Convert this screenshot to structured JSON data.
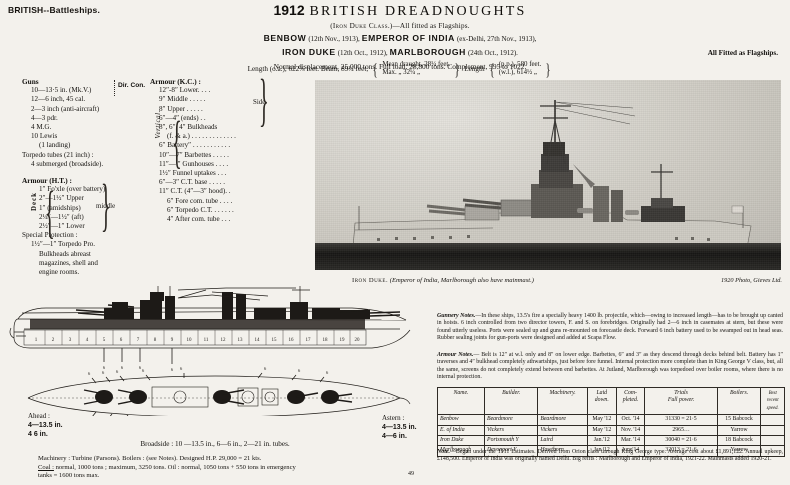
{
  "running_head": "BRITISH--Battleships.",
  "header": {
    "year": "1912",
    "title": "BRITISH DREADNOUGHTS",
    "class_line_prefix": "(",
    "class_line_caps": "Iron Duke Class",
    "class_line_suffix": ".)—All fitted as Flagships.",
    "ships_line_1": [
      {
        "name": "BENBOW",
        "detail": "(12th Nov., 1913),"
      },
      {
        "name": "EMPEROR OF INDIA",
        "detail": "(ex-Delhi, 27th Nov., 1913),"
      }
    ],
    "ships_line_2": [
      {
        "name": "IRON DUKE",
        "detail": "(12th Oct., 1912),"
      },
      {
        "name": "MARLBOROUGH",
        "detail": "(24th Oct., 1912)."
      }
    ],
    "displacement_line": "Normal displacement, 25,000 tons.  Full load, 28,800 tons.  Complement, 995 to 1022.",
    "length_label": "Length (o.a.), 622⅝ feet.   Beam, 89¼ feet,",
    "draught_rows": [
      "Mean draught,  28¼ feet.",
      "Max.             „      32¼  „"
    ],
    "length_word": "Length",
    "length_rows": [
      "(p.p.), 580 feet.",
      "(w.l.), 614½  „"
    ],
    "flagship_note": "All Fitted as Flagships."
  },
  "guns": {
    "heading": "Guns",
    "dir_con": "Dir. Con.",
    "items": [
      {
        "text": "10—13·5 in. (Mk.V.)",
        "indent": 1
      },
      {
        "text": "12—6 inch, 45 cal.",
        "indent": 1
      },
      {
        "text": "2—3 inch (anti-aircraft)",
        "indent": 1
      },
      {
        "text": "4—3 pdr.",
        "indent": 1
      },
      {
        "text": "4 M.G.",
        "indent": 1
      },
      {
        "text": "10 Lewis",
        "indent": 1
      },
      {
        "text": "(1 landing)",
        "indent": 2
      }
    ],
    "torpedo_heading": "Torpedo tubes (21 inch) :",
    "torpedo_items": [
      "4 submerged (broadside)."
    ]
  },
  "armour_ht": {
    "heading": "Armour (H.T.) :",
    "deck_label": "Deck",
    "rows": [
      {
        "text": "1″ Fo'xle  (over battery)",
        "side": ""
      },
      {
        "text": "2″—1½″ Upper",
        "side": ""
      },
      {
        "text": "1″ (amidships)",
        "side": "middle"
      },
      {
        "text": "2¼″—1½″ (aft)",
        "side": "middle"
      },
      {
        "text": "2½″—1″ Lower",
        "side": ""
      }
    ],
    "special_heading": "Special Protection :",
    "special_rows": [
      "1½″—1″  Torpedo  Pro.",
      "Bulkheads      abreast",
      "magazines, shell and",
      "engine rooms."
    ]
  },
  "armour_kc": {
    "heading": "Armour (K.C.) :",
    "vertical_label": "Vertical.",
    "side_label": "Side",
    "side_rows": [
      "12″-8″ Lower. . . .",
      "9″ Middle  . . . . .",
      "8″ Upper  . . . . .",
      "6″—4″ (ends) . ."
    ],
    "rows": [
      "8″,  6″,  4″  Bulkheads",
      "(f. & a.) . . . . . . . . . . . . .",
      "6″ Battery″ . . . . . . . . . . .",
      "10″—7″ Barbettes . . . . .",
      "11″—  ″ Gunhouses . . . .",
      "1½″ Funnel uptakes . . .",
      "6″—3″ C.T. base  . . . . .",
      "11″ C.T. (4″—3″ hood). .",
      "6″ Fore com. tube . . . .",
      "6″ Torpedo C.T. . . . . . .",
      "4″ After com. tube  . . ."
    ]
  },
  "photo": {
    "alt_name": "iron-duke-battleship-photo",
    "caption_ship": "Iron Duke.",
    "caption_note": "(Emperor of India, Marlborough also have mainmast.)",
    "credit": "1920 Photo, Gieves Ltd."
  },
  "notes": {
    "gunnery": {
      "lead": "Gunnery Notes.",
      "body": "—In these ships, 13.5's fire a specially heavy 1400 lb. projectile, which—owing to increased length—has to be brought up canted in hoists.  6 inch controlled from two director towers, F. and S. on forebridges.  Originally had 2—6 inch in casemates at stern, but these were found utterly useless.  Ports were sealed up and guns re-mounted on forecastle deck.  Forward 6 inch battery used to be swamped out in head seas.  Rubber sealing joints for gun-ports were designed and added at Scapa Flow."
    },
    "armour": {
      "lead": "Armour Notes.",
      "body": "— Belt is 12″ at w.l. only and 8″ on lower edge.  Barbettes, 6″ and 3″ as they descend through decks behind belt.  Battery has 1″ traverses and 4″ bulkhead completely athwartships, just before fore funnel.  Internal protection more complete than in King George V class, but, all the same, screens do not completely extend between end barbettes.  At Jutland, Marlborough was torpedoed over boiler rooms, where there is no internal protection."
    },
    "general": {
      "lead": "Note.",
      "body": "—Begun under the 1911 Estimates.  Derived from Orion class through King George type.  Average cost about £1,891,122.  Annual upkeep, £148,500.  Emperor of India was originally named Delhi.  Big refits :  Marlborough and Emperor of India, 1921-22.  Mainmasts added 1920-21."
    }
  },
  "table": {
    "columns": [
      "Name.",
      "Builder.",
      "Machinery.",
      "Laid down.",
      "Com-pleted.",
      "Trials Full power.",
      "Boilers.",
      "Best recent speed."
    ],
    "column_headers": [
      {
        "line1": "Name.",
        "line2": ""
      },
      {
        "line1": "Builder.",
        "line2": ""
      },
      {
        "line1": "Machinery.",
        "line2": ""
      },
      {
        "line1": "Laid",
        "line2": "down."
      },
      {
        "line1": "Com-",
        "line2": "pleted."
      },
      {
        "line1": "Trials",
        "line2": "Full power."
      },
      {
        "line1": "Boilers.",
        "line2": ""
      },
      {
        "line1": "Best",
        "line2": "recent speed."
      }
    ],
    "rows": [
      {
        "name": "Benbow",
        "builder": "Beardmore",
        "machinery": "Beardmore",
        "laid": "May '12",
        "completed": "Oct. '14",
        "trials": "31330 = 21·5",
        "boilers": "15 Babcock",
        "speed": ""
      },
      {
        "name": "E. of India",
        "builder": "Vickers",
        "machinery": "Vickers",
        "laid": "May '12",
        "completed": "Nov. '14",
        "trials": "2965…",
        "boilers": "Yarrow",
        "speed": ""
      },
      {
        "name": "Iron Duke",
        "builder": "Portsmouth Y",
        "machinery": "Laird",
        "laid": "Jan.'12",
        "completed": "Mar. '14",
        "trials": "30040 = 21·6",
        "boilers": "18 Babcock",
        "speed": ""
      },
      {
        "name": "Marlborough",
        "builder": "Devonport Y",
        "machinery": "Hawthorn",
        "laid": "Jan '12",
        "completed": "June'14",
        "trials": "32013 = 21·6",
        "boilers": "Yarrow",
        "speed": ""
      }
    ]
  },
  "arcs": {
    "ahead_label": "Ahead :",
    "ahead_rows": [
      "4—13.5 in.",
      "4   6 in."
    ],
    "astern_label": "Astern :",
    "astern_rows": [
      "4—13.5 in.",
      "4—6 in."
    ]
  },
  "broadside": "Broadside : 10 —13.5 in., 6—6 in., 2—21 in. tubes.",
  "machinery_note": {
    "line1": "Machinery : Turbine (Parsons).  Boilers : (see Notes).  Designed H.P. 29,000  =  21 kts.",
    "line2_label": "Coal :",
    "line2": " normal, 1000 tons ; maximum, 3250 tons.    Oil : normal, 1050 tons + 550 tons in emergency",
    "line3": "tanks = 1600 tons max."
  },
  "folio": "49",
  "plan": {
    "hull_numbers": [
      "1",
      "2",
      "3",
      "4",
      "5",
      "6",
      "7",
      "8",
      "9",
      "10",
      "11",
      "12",
      "13",
      "14",
      "15",
      "16",
      "17",
      "18",
      "19",
      "20"
    ]
  },
  "colors": {
    "paper": "#f3f1ec",
    "ink": "#14120f",
    "rule": "#2f2b26"
  }
}
